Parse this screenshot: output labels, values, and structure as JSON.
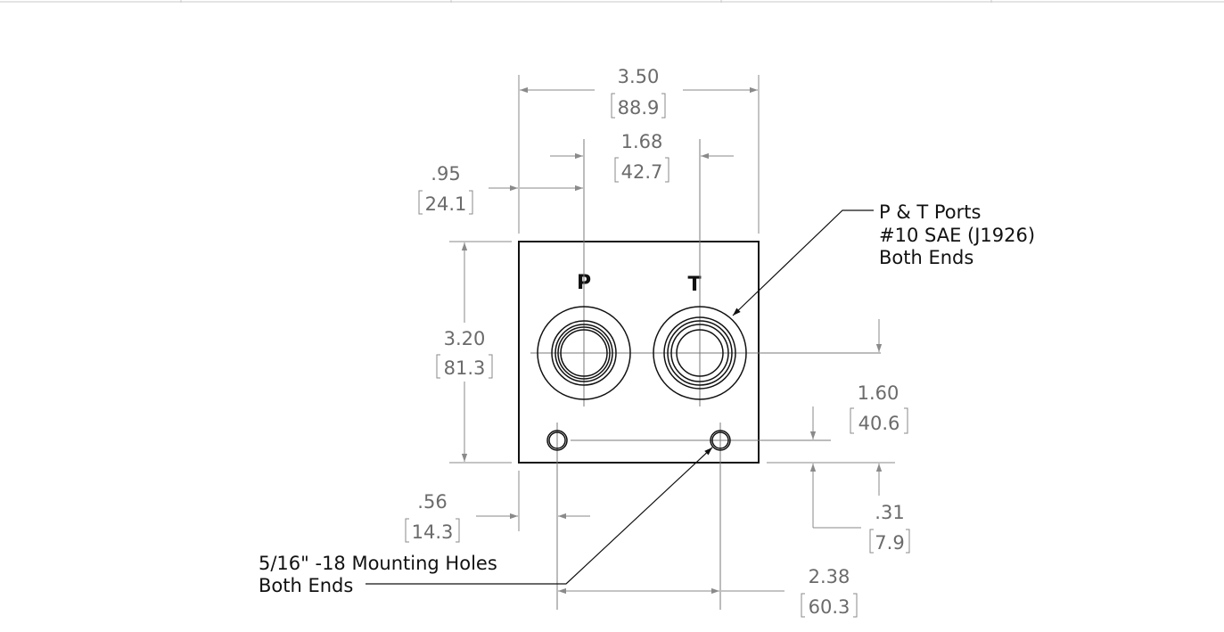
{
  "ports": {
    "p_label": "P",
    "t_label": "T"
  },
  "dimensions": {
    "overall_width": {
      "inch": "3.50",
      "mm": "88.9"
    },
    "port_spacing": {
      "inch": "1.68",
      "mm": "42.7"
    },
    "port_offset_x": {
      "inch": ".95",
      "mm": "24.1"
    },
    "overall_height": {
      "inch": "3.20",
      "mm": "81.3"
    },
    "port_height": {
      "inch": "1.60",
      "mm": "40.6"
    },
    "hole_offset_y": {
      "inch": ".31",
      "mm": "7.9"
    },
    "hole_offset_x": {
      "inch": ".56",
      "mm": "14.3"
    },
    "hole_spacing": {
      "inch": "2.38",
      "mm": "60.3"
    }
  },
  "callouts": {
    "ports_note": {
      "line1": "P & T Ports",
      "line2": "#10 SAE (J1926)",
      "line3": "Both Ends"
    },
    "holes_note": {
      "line1": "5/16\" -18 Mounting Holes",
      "line2": "Both Ends"
    }
  },
  "colors": {
    "outline": "#111111",
    "dimension": "#6b6b6b",
    "extension": "#8a8a8a"
  }
}
